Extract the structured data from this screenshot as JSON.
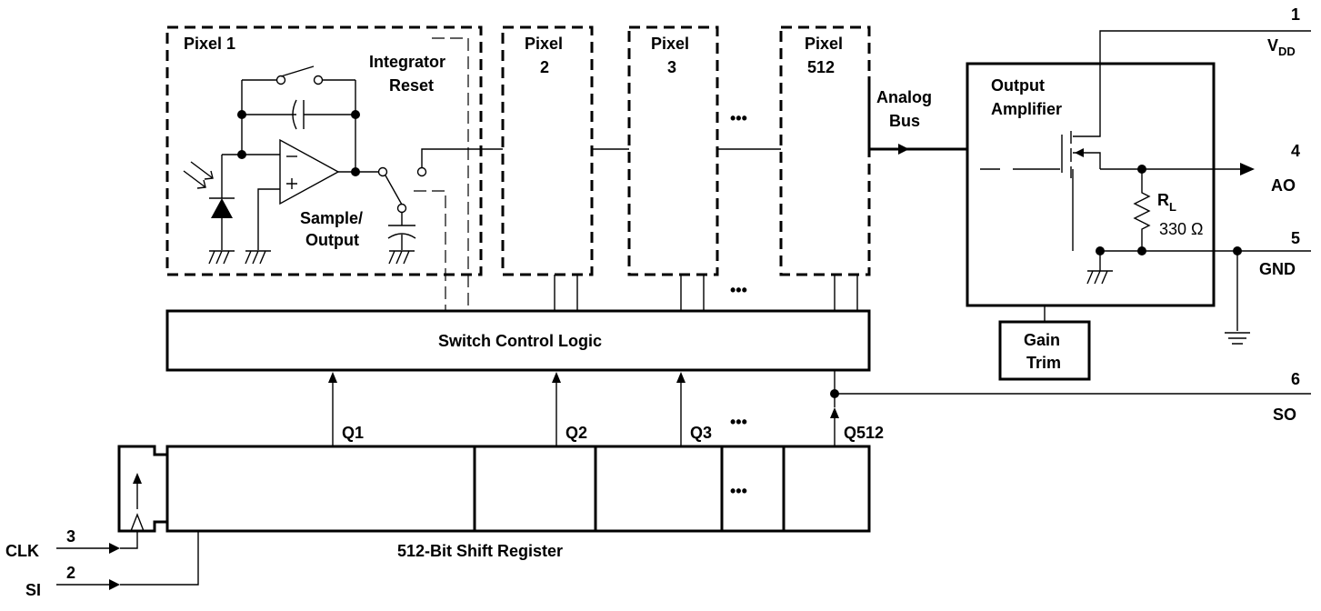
{
  "pixels": {
    "pixel1": "Pixel 1",
    "pixel2": [
      "Pixel",
      "2"
    ],
    "pixel3": [
      "Pixel",
      "3"
    ],
    "pixel512": [
      "Pixel",
      "512"
    ]
  },
  "integrator_reset": [
    "Integrator",
    "Reset"
  ],
  "sample_output": [
    "Sample/",
    "Output"
  ],
  "analog_bus": [
    "Analog",
    "Bus"
  ],
  "output_amplifier": [
    "Output",
    "Amplifier"
  ],
  "resistor": {
    "name": "R",
    "subscript": "L",
    "value": "330 Ω"
  },
  "gain_trim": [
    "Gain",
    "Trim"
  ],
  "switch_control_logic": "Switch Control Logic",
  "shift_register": "512-Bit Shift Register",
  "q_labels": [
    "Q1",
    "Q2",
    "Q3",
    "Q512"
  ],
  "pins": {
    "vdd": {
      "number": "1",
      "name": "V",
      "subscript": "DD"
    },
    "ao": {
      "number": "4",
      "name": "AO"
    },
    "gnd": {
      "number": "5",
      "name": "GND"
    },
    "so": {
      "number": "6",
      "name": "SO"
    },
    "clk": {
      "number": "3",
      "name": "CLK"
    },
    "si": {
      "number": "2",
      "name": "SI"
    }
  },
  "ellipsis": "•••"
}
